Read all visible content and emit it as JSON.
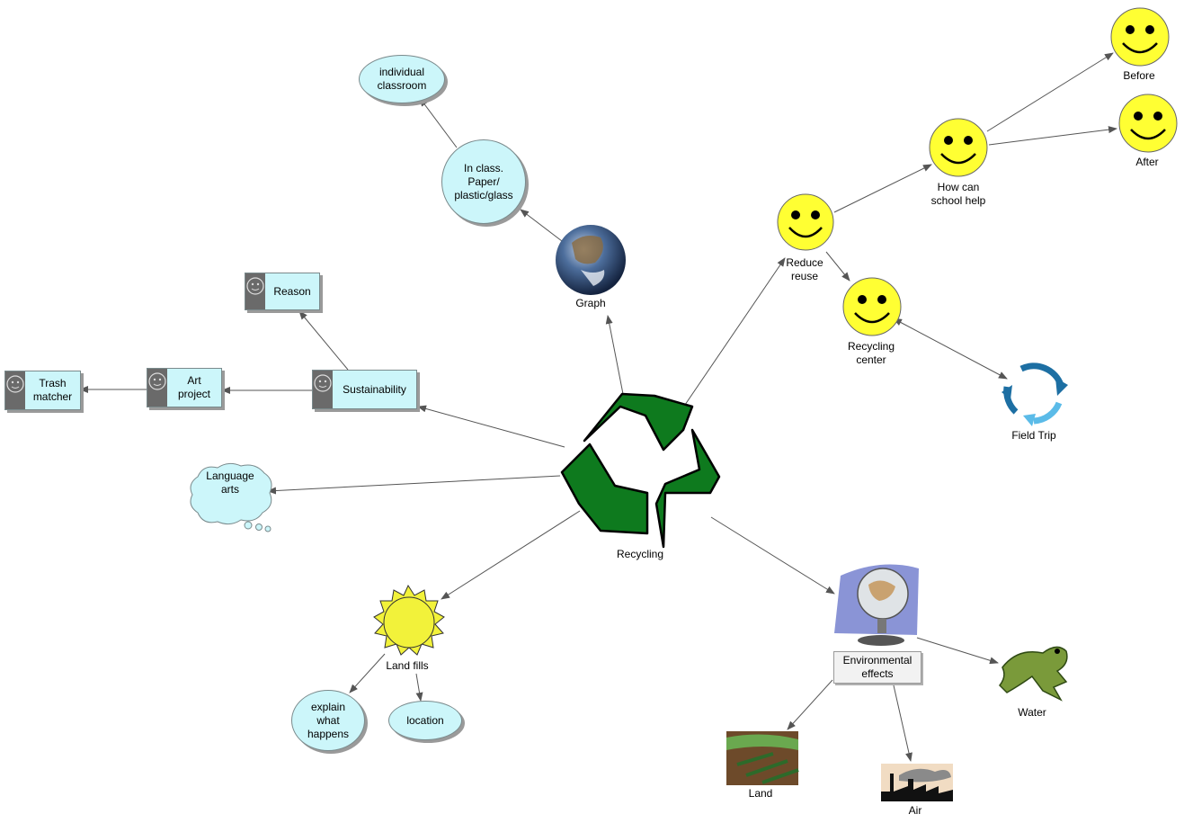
{
  "center": {
    "label": "Recycling",
    "icon": "recycle-icon",
    "color": "#0e7a1e"
  },
  "nodes": {
    "graph": "Graph",
    "in_class": "In class.\nPaper/\nplastic/glass",
    "individual_classroom": "individual\nclassroom",
    "reduce_reuse": "Reduce\nreuse",
    "how_can_school_help": "How can\nschool help",
    "before": "Before",
    "after": "After",
    "recycling_center": "Recycling\ncenter",
    "field_trip": "Field Trip",
    "sustainability": "Sustainability",
    "reason": "Reason",
    "art_project": "Art\nproject",
    "trash_matcher": "Trash\nmatcher",
    "language_arts": "Language\narts",
    "land_fills": "Land fills",
    "explain_what_happens": "explain\nwhat\nhappens",
    "location": "location",
    "environmental_effects": "Environmental\neffects",
    "water": "Water",
    "land": "Land",
    "air": "Air"
  },
  "colors": {
    "node_fill": "#ccf6fa",
    "smiley": "#ffff33",
    "sun": "#f2f23a",
    "arrow": "#555555"
  }
}
